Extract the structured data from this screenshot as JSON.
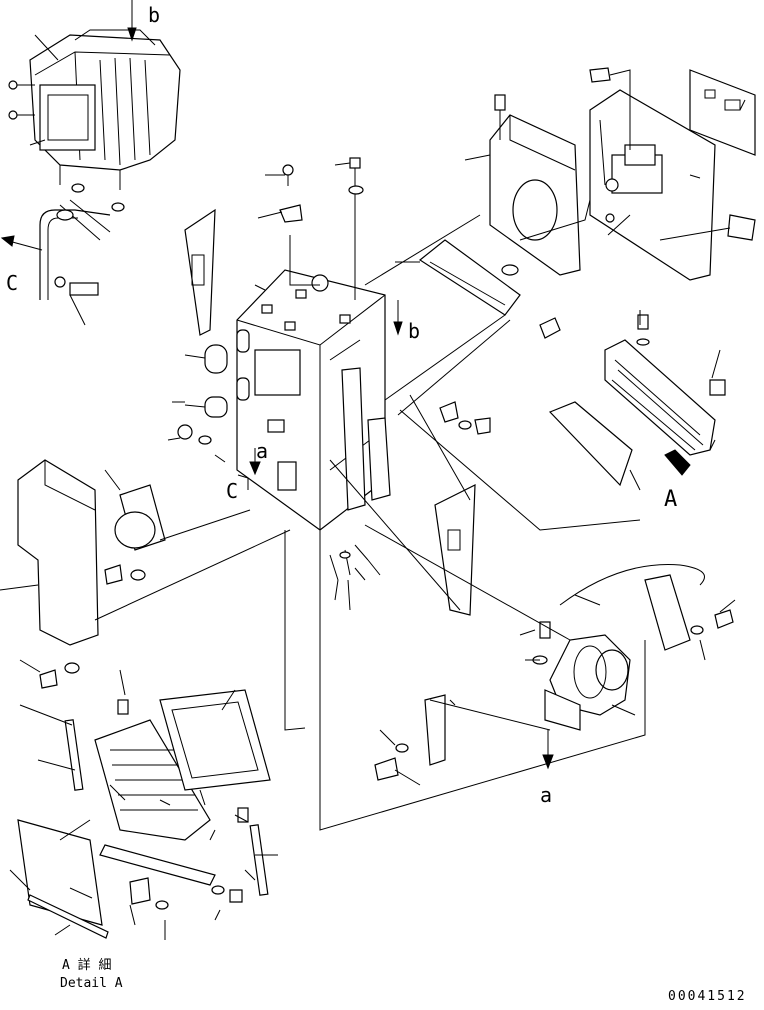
{
  "labels": {
    "b_top": "b",
    "b_mid": "b",
    "c_left": "C",
    "c_center": "C",
    "a_center": "a",
    "a_bottom": "a",
    "arrow_A": "A"
  },
  "detail": {
    "line1": "A 詳 細",
    "line2": "Detail A"
  },
  "figure_number": "00041512"
}
